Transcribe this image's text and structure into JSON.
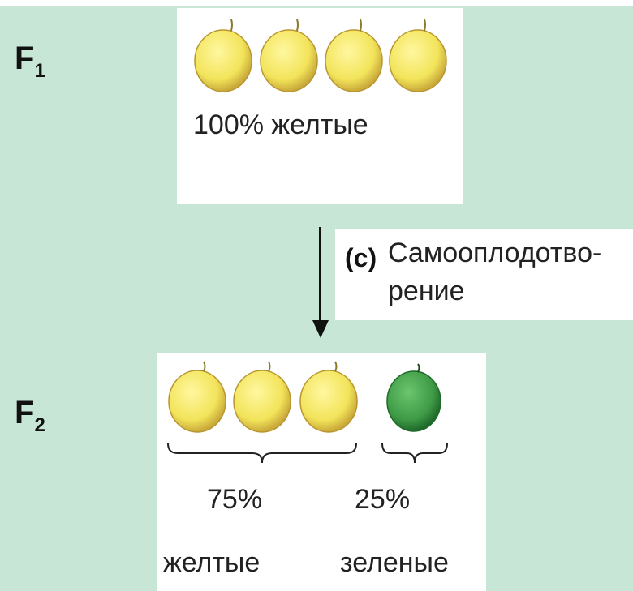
{
  "diagram": {
    "generation_f1": {
      "label": "F",
      "sub": "1"
    },
    "generation_f2": {
      "label": "F",
      "sub": "2"
    },
    "f1_panel": {
      "pea_color": "#f2e45a",
      "pea_count": 4,
      "caption": "100% желтые"
    },
    "cross_step": {
      "marker": "(c)",
      "line1": "Самооплодотво-",
      "line2": "рение"
    },
    "f2_panel": {
      "yellow_pea_color": "#f2e45a",
      "green_pea_color": "#3f9b46",
      "yellow_percent": "75%",
      "green_percent": "25%",
      "yellow_label": "желтые",
      "green_label": "зеленые"
    },
    "colors": {
      "background": "#c8e6d6",
      "panel": "#ffffff",
      "pea_yellow": "#f2e45a",
      "pea_green": "#3f9b46"
    }
  }
}
